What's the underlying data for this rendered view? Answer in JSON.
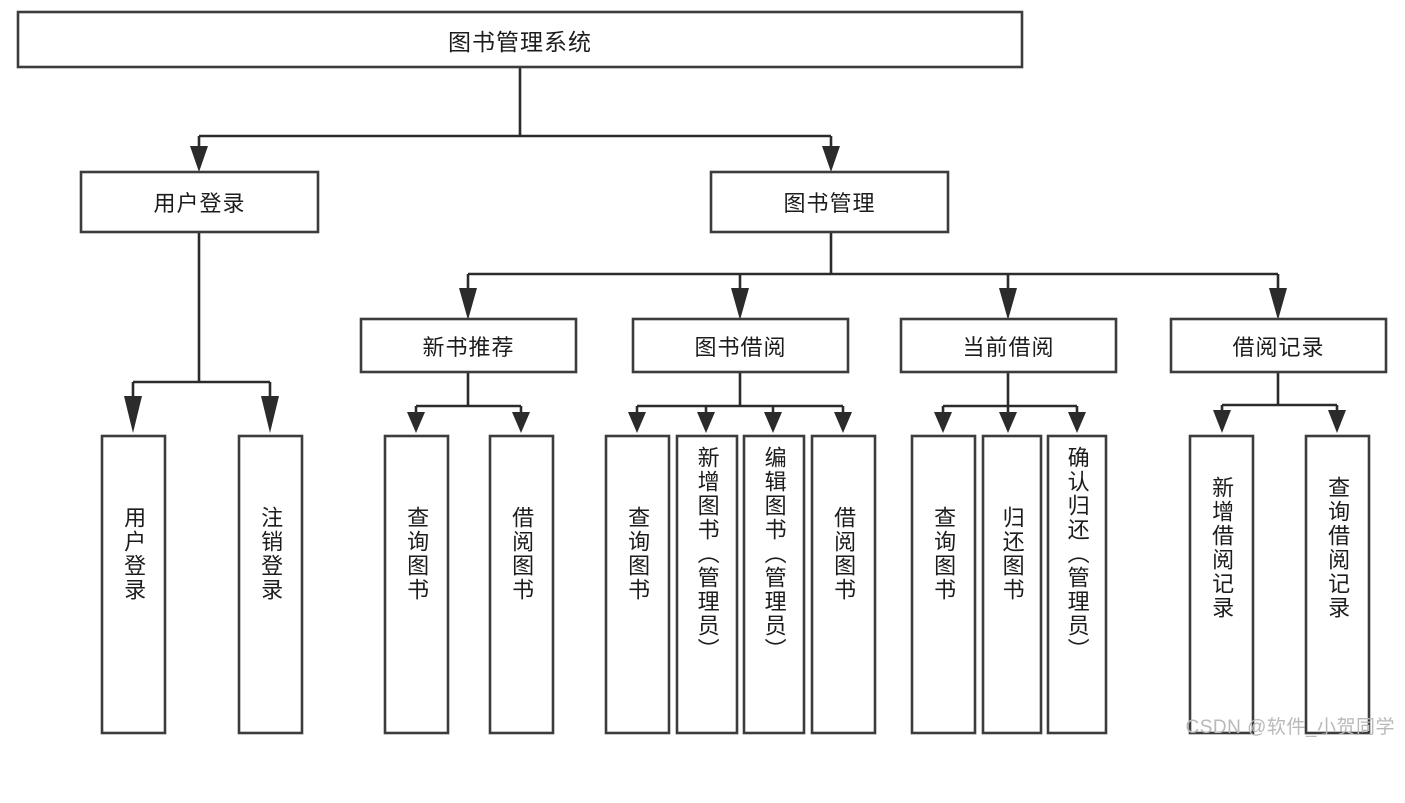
{
  "diagram": {
    "type": "tree-hierarchy",
    "title": "图书管理系统",
    "watermark": "CSDN @软件_小贺同学",
    "colors": {
      "box_stroke": "#3c3c3c",
      "box_fill": "#ffffff",
      "connector": "#2b2b2b",
      "text": "#1c1c1c",
      "watermark": "#b9b9b9",
      "background": "#ffffff"
    },
    "levels": {
      "root": "图书管理系统",
      "level2": [
        "用户登录",
        "图书管理"
      ],
      "level3": [
        "新书推荐",
        "图书借阅",
        "当前借阅",
        "借阅记录"
      ]
    },
    "nodes": {
      "root": {
        "id": "root",
        "label": "图书管理系统",
        "orientation": "horizontal"
      },
      "user_login": {
        "id": "user-login",
        "label": "用户登录",
        "orientation": "horizontal"
      },
      "book_manage": {
        "id": "book-manage",
        "label": "图书管理",
        "orientation": "horizontal"
      },
      "new_book_rec": {
        "id": "new-book-recommend",
        "label": "新书推荐",
        "orientation": "horizontal"
      },
      "book_borrow": {
        "id": "book-borrow",
        "label": "图书借阅",
        "orientation": "horizontal"
      },
      "current_borrow": {
        "id": "current-borrow",
        "label": "当前借阅",
        "orientation": "horizontal"
      },
      "borrow_record": {
        "id": "borrow-record",
        "label": "借阅记录",
        "orientation": "horizontal"
      }
    },
    "leaves": [
      {
        "id": "leaf-user-login",
        "parent": "用户登录",
        "label": "用户登录"
      },
      {
        "id": "leaf-logout-login",
        "parent": "用户登录",
        "label": "注销登录"
      },
      {
        "id": "leaf-query-book-1",
        "parent": "新书推荐",
        "label": "查询图书"
      },
      {
        "id": "leaf-borrow-book-1",
        "parent": "新书推荐",
        "label": "借阅图书"
      },
      {
        "id": "leaf-query-book-2",
        "parent": "图书借阅",
        "label": "查询图书"
      },
      {
        "id": "leaf-add-book",
        "parent": "图书借阅",
        "label": "新增图书（管理员）"
      },
      {
        "id": "leaf-edit-book",
        "parent": "图书借阅",
        "label": "编辑图书（管理员）"
      },
      {
        "id": "leaf-borrow-book-2",
        "parent": "图书借阅",
        "label": "借阅图书"
      },
      {
        "id": "leaf-query-book-3",
        "parent": "当前借阅",
        "label": "查询图书"
      },
      {
        "id": "leaf-return-book",
        "parent": "当前借阅",
        "label": "归还图书"
      },
      {
        "id": "leaf-confirm-return",
        "parent": "当前借阅",
        "label": "确认归还（管理员）"
      },
      {
        "id": "leaf-add-record",
        "parent": "借阅记录",
        "label": "新增借阅记录"
      },
      {
        "id": "leaf-query-record",
        "parent": "借阅记录",
        "label": "查询借阅记录"
      }
    ],
    "edges": [
      {
        "from": "图书管理系统",
        "to": "用户登录"
      },
      {
        "from": "图书管理系统",
        "to": "图书管理"
      },
      {
        "from": "用户登录",
        "to": "用户登录"
      },
      {
        "from": "用户登录",
        "to": "注销登录"
      },
      {
        "from": "图书管理",
        "to": "新书推荐"
      },
      {
        "from": "图书管理",
        "to": "图书借阅"
      },
      {
        "from": "图书管理",
        "to": "当前借阅"
      },
      {
        "from": "图书管理",
        "to": "借阅记录"
      },
      {
        "from": "新书推荐",
        "to": "查询图书"
      },
      {
        "from": "新书推荐",
        "to": "借阅图书"
      },
      {
        "from": "图书借阅",
        "to": "查询图书"
      },
      {
        "from": "图书借阅",
        "to": "新增图书（管理员）"
      },
      {
        "from": "图书借阅",
        "to": "编辑图书（管理员）"
      },
      {
        "from": "图书借阅",
        "to": "借阅图书"
      },
      {
        "from": "当前借阅",
        "to": "查询图书"
      },
      {
        "from": "当前借阅",
        "to": "归还图书"
      },
      {
        "from": "当前借阅",
        "to": "确认归还（管理员）"
      },
      {
        "from": "借阅记录",
        "to": "新增借阅记录"
      },
      {
        "from": "借阅记录",
        "to": "查询借阅记录"
      }
    ]
  }
}
